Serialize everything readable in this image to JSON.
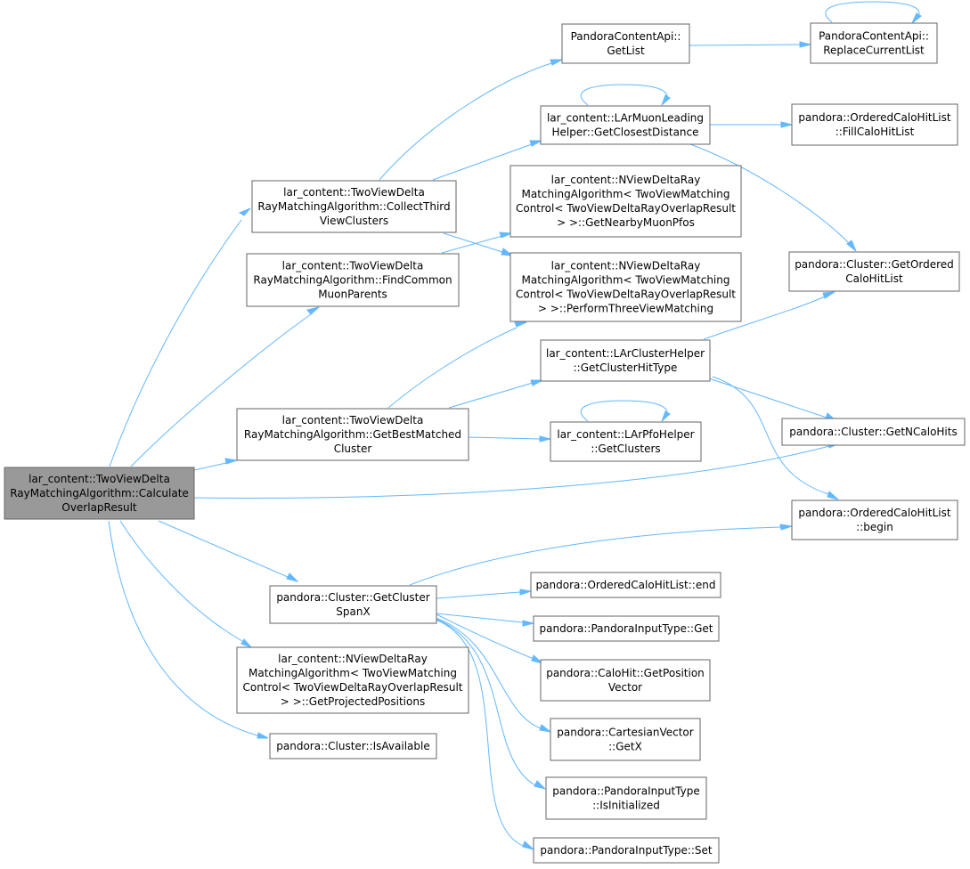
{
  "colors": {
    "edge": "#63b8ff",
    "node_border": "#666666",
    "root_fill": "#999999",
    "node_fill": "#ffffff"
  },
  "nodes": {
    "calculate_overlap": [
      "lar_content::TwoViewDelta",
      "RayMatchingAlgorithm::Calculate",
      "OverlapResult"
    ],
    "collect_third": [
      "lar_content::TwoViewDelta",
      "RayMatchingAlgorithm::CollectThird",
      "ViewClusters"
    ],
    "find_common": [
      "lar_content::TwoViewDelta",
      "RayMatchingAlgorithm::FindCommon",
      "MuonParents"
    ],
    "get_best_matched": [
      "lar_content::TwoViewDelta",
      "RayMatchingAlgorithm::GetBestMatched",
      "Cluster"
    ],
    "get_cluster_spanx": [
      "pandora::Cluster::GetCluster",
      "SpanX"
    ],
    "get_projected": [
      "lar_content::NViewDeltaRay",
      "MatchingAlgorithm< TwoViewMatching",
      "Control< TwoViewDeltaRayOverlapResult",
      "> >::GetProjectedPositions"
    ],
    "is_available": [
      "pandora::Cluster::IsAvailable"
    ],
    "get_list": [
      "PandoraContentApi::",
      "GetList"
    ],
    "replace_list": [
      "PandoraContentApi::",
      "ReplaceCurrentList"
    ],
    "closest_distance": [
      "lar_content::LArMuonLeading",
      "Helper::GetClosestDistance"
    ],
    "fill_calo": [
      "pandora::OrderedCaloHitList",
      "::FillCaloHitList"
    ],
    "nearby_muon": [
      "lar_content::NViewDeltaRay",
      "MatchingAlgorithm< TwoViewMatching",
      "Control< TwoViewDeltaRayOverlapResult",
      "> >::GetNearbyMuonPfos"
    ],
    "perform_three": [
      "lar_content::NViewDeltaRay",
      "MatchingAlgorithm< TwoViewMatching",
      "Control< TwoViewDeltaRayOverlapResult",
      "> >::PerformThreeViewMatching"
    ],
    "get_ordered": [
      "pandora::Cluster::GetOrdered",
      "CaloHitList"
    ],
    "cluster_hit_type": [
      "lar_content::LArClusterHelper",
      "::GetClusterHitType"
    ],
    "get_clusters": [
      "lar_content::LArPfoHelper",
      "::GetClusters"
    ],
    "get_n_calo": [
      "pandora::Cluster::GetNCaloHits"
    ],
    "begin": [
      "pandora::OrderedCaloHitList",
      "::begin"
    ],
    "end": [
      "pandora::OrderedCaloHitList::end"
    ],
    "input_get": [
      "pandora::PandoraInputType::Get"
    ],
    "position_vector": [
      "pandora::CaloHit::GetPosition",
      "Vector"
    ],
    "getx": [
      "pandora::CartesianVector",
      "::GetX"
    ],
    "is_initialized": [
      "pandora::PandoraInputType",
      "::IsInitialized"
    ],
    "input_set": [
      "pandora::PandoraInputType::Set"
    ]
  }
}
